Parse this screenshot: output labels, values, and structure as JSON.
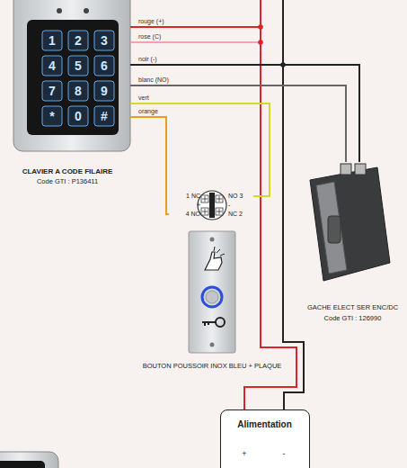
{
  "diagram": {
    "nodes": [
      {
        "text": [
          "CLAVIER A CODE FILAIRE",
          "Code GTI : P136411"
        ]
      },
      {
        "text": [
          "1 NC",
          "NO 3",
          "+",
          "-",
          "4 NO",
          "NC 2"
        ]
      },
      {
        "text": [
          "BOUTON POUSSOIR INOX BLEU + PLAQUE"
        ]
      },
      {
        "text": [
          "GACHE ELECT SER ENC/DC",
          "Code GTI : 126990"
        ]
      },
      {
        "text": [
          "Alimentation",
          "+",
          "-"
        ]
      }
    ],
    "edges": [
      {
        "from": 0,
        "to": 4,
        "arrow": "none",
        "label": "rouge (+)"
      },
      {
        "from": 0,
        "to": 4,
        "arrow": "none",
        "label": "rose (C)"
      },
      {
        "from": 0,
        "to": 4,
        "arrow": "none",
        "label": "noir (-)"
      },
      {
        "from": 0,
        "to": 3,
        "arrow": "none"
      },
      {
        "from": 0,
        "to": 3,
        "arrow": "none",
        "label": "blanc (NO)"
      },
      {
        "from": 0,
        "to": 1,
        "arrow": "none",
        "label": "vert"
      },
      {
        "from": 0,
        "to": 1,
        "arrow": "none",
        "label": "orange"
      }
    ],
    "labels": [
      "1",
      "2",
      "3",
      "4",
      "5",
      "6",
      "7",
      "8",
      "9",
      "*",
      "0",
      "#"
    ]
  }
}
